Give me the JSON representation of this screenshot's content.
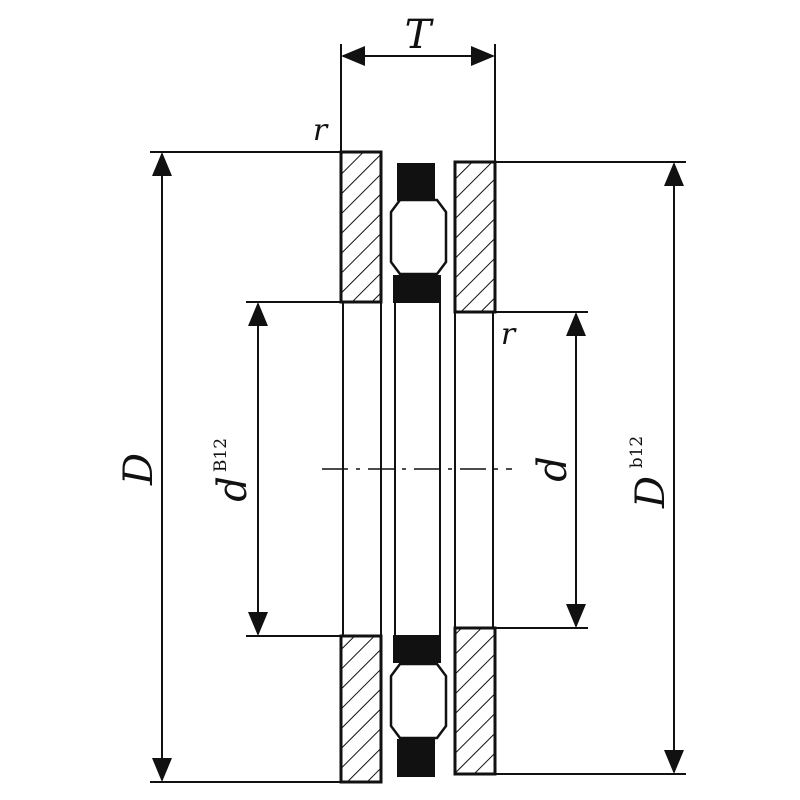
{
  "labels": {
    "T": "T",
    "r_top": "r",
    "r_mid": "r",
    "D": "D",
    "d": "d",
    "d_B12": "d",
    "d_B12_sup": "B12",
    "D_b12": "D",
    "D_b12_sup": "b12"
  },
  "colors": {
    "ink": "#111111",
    "background": "#ffffff"
  }
}
